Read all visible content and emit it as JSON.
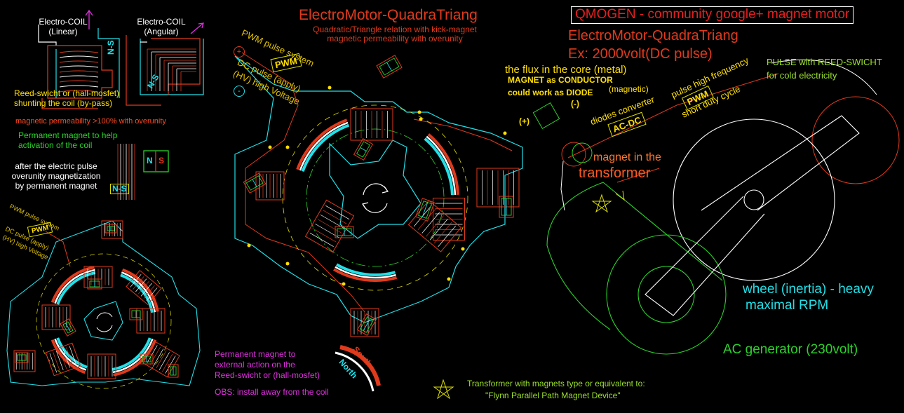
{
  "colors": {
    "red": "#e03a1c",
    "orange": "#ff6a20",
    "yellow": "#ffe000",
    "green": "#2bd22b",
    "cyan": "#22e0e8",
    "magenta": "#e030e0",
    "white": "#ffffff",
    "lime": "#9be02b"
  },
  "header": {
    "qmogen": "QMOGEN - community google+ magnet motor",
    "main_title": "ElectroMotor-QuadraTriang",
    "main_subtitle_1": "Quadratic/Triangle relation with kick-magnet",
    "main_subtitle_2": "magnetic permeability with overunity",
    "right_title": "ElectroMotor-QuadraTriang",
    "right_example": "Ex:  2000volt(DC pulse)"
  },
  "left_panel": {
    "coil_linear_1": "Electro-COIL",
    "coil_linear_2": "(Linear)",
    "coil_angular_1": "Electro-COIL",
    "coil_angular_2": "(Angular)",
    "ns_vertical": "N-S",
    "ns_diag": "N-S",
    "reed_1": "Reed-swicht or (hall-mosfet)",
    "reed_2": "shunting the coil (by-pass)",
    "permeability": "magnetic permeability >100% with overunity",
    "perm_magnet_1": "Permanent magnet to help",
    "perm_magnet_2": "activation of the coil",
    "after_pulse_1": "after the electric pulse",
    "after_pulse_2": "overunity magnetization",
    "after_pulse_3": "by permanent magnet",
    "ns_small": "N-S",
    "magnet_n": "N",
    "magnet_s": "S"
  },
  "center_motor": {
    "pwm_system": "PWM pulse system",
    "pwm": "PWM",
    "dc_pulse_1": "DC pulse (apply)",
    "dc_pulse_2": "(HV) high Voltage",
    "plus": "+",
    "minus": "-",
    "south": "South",
    "north": "North"
  },
  "small_motor": {
    "pwm_system": "PWM pulse system",
    "pwm": "PWM",
    "dc_pulse_1": "DC pulse (apply)",
    "dc_pulse_2": "(HV) high Voltage"
  },
  "bottom_notes": {
    "perm_ext_1": "Permanent magnet to",
    "perm_ext_2": "external action on the",
    "perm_ext_3": "Reed-swicht or (hall-mosfet)",
    "obs": "OBS: install away from the coil",
    "transformer_1": "Transformer with magnets type or equivalent to:",
    "transformer_2": "\"Flynn Parallel Path Magnet Device\""
  },
  "right_panel": {
    "flux": "the flux in the core (metal)",
    "magnet_conductor": "MAGNET as CONDUCTOR",
    "magnetic": "(magnetic)",
    "diode": "could work as DIODE",
    "minus": "(-)",
    "plus": "(+)",
    "diodes_converter": "diodes converter",
    "ac_dc": "AC-DC",
    "pulse_hf": "pulse high frequency",
    "pwm": "PWM",
    "short_duty": "short duty cycle",
    "reed_pulse_1": "PULSE with REED-SWICHT",
    "reed_pulse_2": "for cold electricity",
    "magnet_transformer_1": "magnet in the",
    "magnet_transformer_2": "transformer",
    "wheel_1": "wheel (inertia) - heavy",
    "wheel_2": "maximal RPM",
    "generator": "AC generator (230volt)"
  }
}
